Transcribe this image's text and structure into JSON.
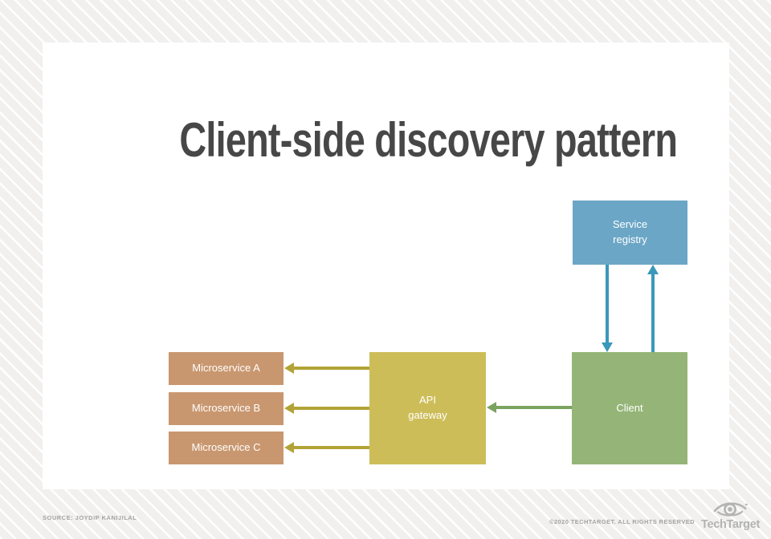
{
  "header": {
    "title": "Client-side discovery pattern"
  },
  "diagram": {
    "nodes": [
      {
        "id": "service-registry",
        "label": "Service\nregistry",
        "color": "#6ba6c6"
      },
      {
        "id": "client",
        "label": "Client",
        "color": "#94b577"
      },
      {
        "id": "api-gateway",
        "label": "API\ngateway",
        "color": "#cdbd59"
      },
      {
        "id": "microservice-a",
        "label": "Microservice A",
        "color": "#c9976f"
      },
      {
        "id": "microservice-b",
        "label": "Microservice B",
        "color": "#c9976f"
      },
      {
        "id": "microservice-c",
        "label": "Microservice C",
        "color": "#c9976f"
      }
    ],
    "edges": [
      {
        "from": "service-registry",
        "to": "client",
        "direction": "down",
        "color": "#3a98ba"
      },
      {
        "from": "client",
        "to": "service-registry",
        "direction": "up",
        "color": "#3a98ba"
      },
      {
        "from": "client",
        "to": "api-gateway",
        "direction": "left",
        "color": "#7ba360"
      },
      {
        "from": "api-gateway",
        "to": "microservice-a",
        "direction": "left",
        "color": "#b2a336"
      },
      {
        "from": "api-gateway",
        "to": "microservice-b",
        "direction": "left",
        "color": "#b2a336"
      },
      {
        "from": "api-gateway",
        "to": "microservice-c",
        "direction": "left",
        "color": "#b2a336"
      }
    ]
  },
  "footer": {
    "source": "SOURCE: JOYDIP KANIJILAL",
    "copyright": "©2020 TECHTARGET. ALL RIGHTS RESERVED",
    "brand": "TechTarget"
  }
}
